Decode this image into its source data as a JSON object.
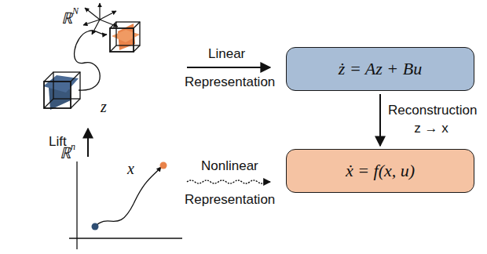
{
  "diagram": {
    "nodes": [
      {
        "text": [
          "ż = Az + Bu"
        ]
      },
      {
        "text": [
          "ẋ = f(x, u)"
        ]
      }
    ],
    "edges": [
      {
        "from": 0,
        "to": 1,
        "arrow": "to",
        "label": "Reconstruction z → x"
      }
    ],
    "labels": [
      "ℝ",
      "N",
      "z",
      "Lift",
      "ℝ",
      "n",
      "x",
      "Linear",
      "Representation",
      "Nonlinear",
      "Representation"
    ]
  }
}
